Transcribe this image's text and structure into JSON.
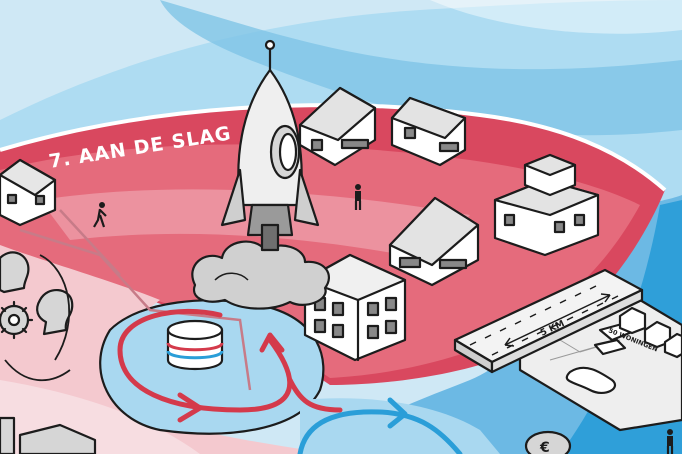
{
  "section_label": "7. AAN DE SLAG",
  "ruler": {
    "distance_label": "5 KM",
    "homes_label": "50 WONINGEN"
  },
  "colors": {
    "sky": "#cfe8f5",
    "sea_light": "#8fcbea",
    "sea_dark": "#2a9ed8",
    "red_zone": "#d9485f",
    "red_soft": "#ee9aa6",
    "pink_pale": "#f6d3d8",
    "loop_fill": "#a9d8f0",
    "loop_red": "#d43a4b",
    "loop_blue": "#2a9ed8",
    "building": "#ffffff",
    "roof": "#d9d9d9",
    "ink": "#1c1c1c"
  },
  "icons": [
    "rocket-icon",
    "smoke-cloud-icon",
    "house-icon",
    "building-icon",
    "person-icon",
    "gear-icon",
    "head-icon",
    "battery-storage-icon",
    "euro-coin-icon",
    "ruler-icon",
    "map-icon"
  ]
}
